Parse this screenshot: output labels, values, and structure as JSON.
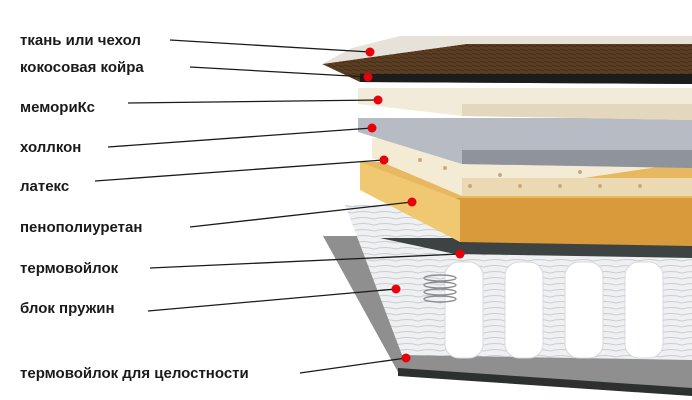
{
  "labels": [
    "ткань или чехол",
    "кокосовая койра",
    "мемориКс",
    "холлкон",
    "латекс",
    "пенополиуретан",
    "термовойлок",
    "блок пружин",
    "термовойлок для целостности"
  ],
  "colors": {
    "marker": "#e8000b",
    "leader_line": "#1a1a1a",
    "fabric": "#e6e1d9",
    "coir": "#5a3d22",
    "memory_foam": "#f1ead8",
    "hollcon": "#b8bcc4",
    "latex": "#f2e8cf",
    "pu_foam": "#e3b25a",
    "felt": "#3d4342",
    "springs": "#e9ebee"
  }
}
